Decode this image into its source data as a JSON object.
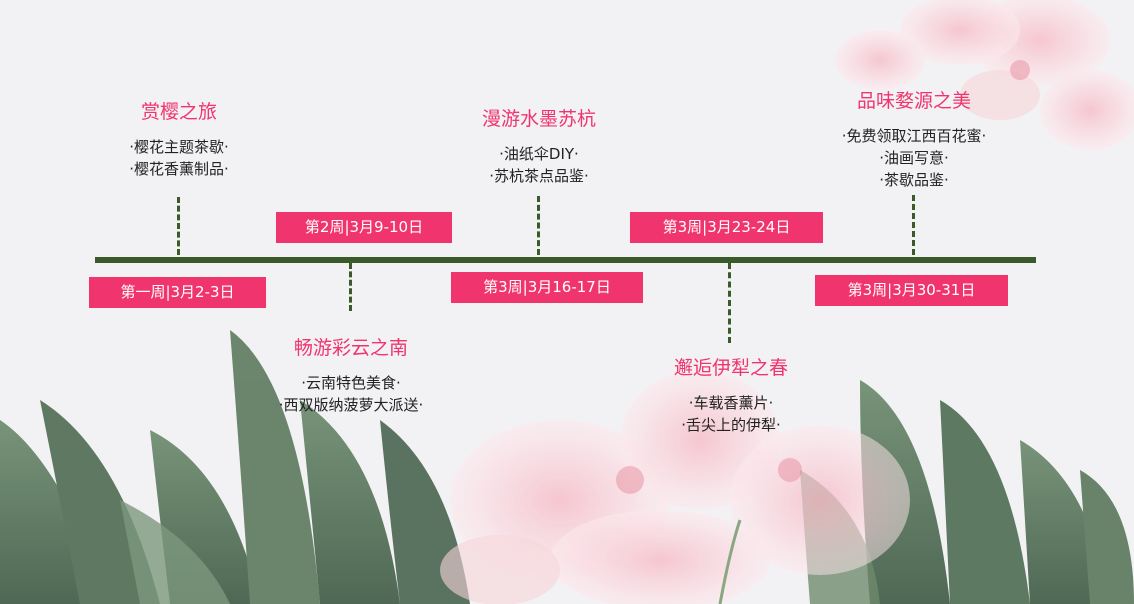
{
  "colors": {
    "accent": "#f0356e",
    "timeline": "#3b5a2a",
    "background": "#f2f2f4",
    "leaf": "#55705a",
    "petal": "#f4c7cf"
  },
  "decorations": [
    "banana-leaves-image",
    "pink-watercolor-flowers-image"
  ],
  "timeline": {
    "events": [
      {
        "title": "赏樱之旅",
        "date": "第一周|3月2-3日",
        "items": [
          "·樱花主题茶歇·",
          "·樱花香薰制品·"
        ]
      },
      {
        "title": "畅游彩云之南",
        "date": "第2周|3月9-10日",
        "items": [
          "·云南特色美食·",
          "·西双版纳菠萝大派送·"
        ]
      },
      {
        "title": "漫游水墨苏杭",
        "date": "第3周|3月16-17日",
        "items": [
          "·油纸伞DIY·",
          "·苏杭茶点品鉴·"
        ]
      },
      {
        "title": "邂逅伊犁之春",
        "date": "第3周|3月23-24日",
        "items": [
          "·车载香薰片·",
          "·舌尖上的伊犁·"
        ]
      },
      {
        "title": "品味婺源之美",
        "date": "第3周|3月30-31日",
        "items": [
          "·免费领取江西百花蜜·",
          "·油画写意·",
          "·茶歇品鉴·"
        ]
      }
    ]
  }
}
